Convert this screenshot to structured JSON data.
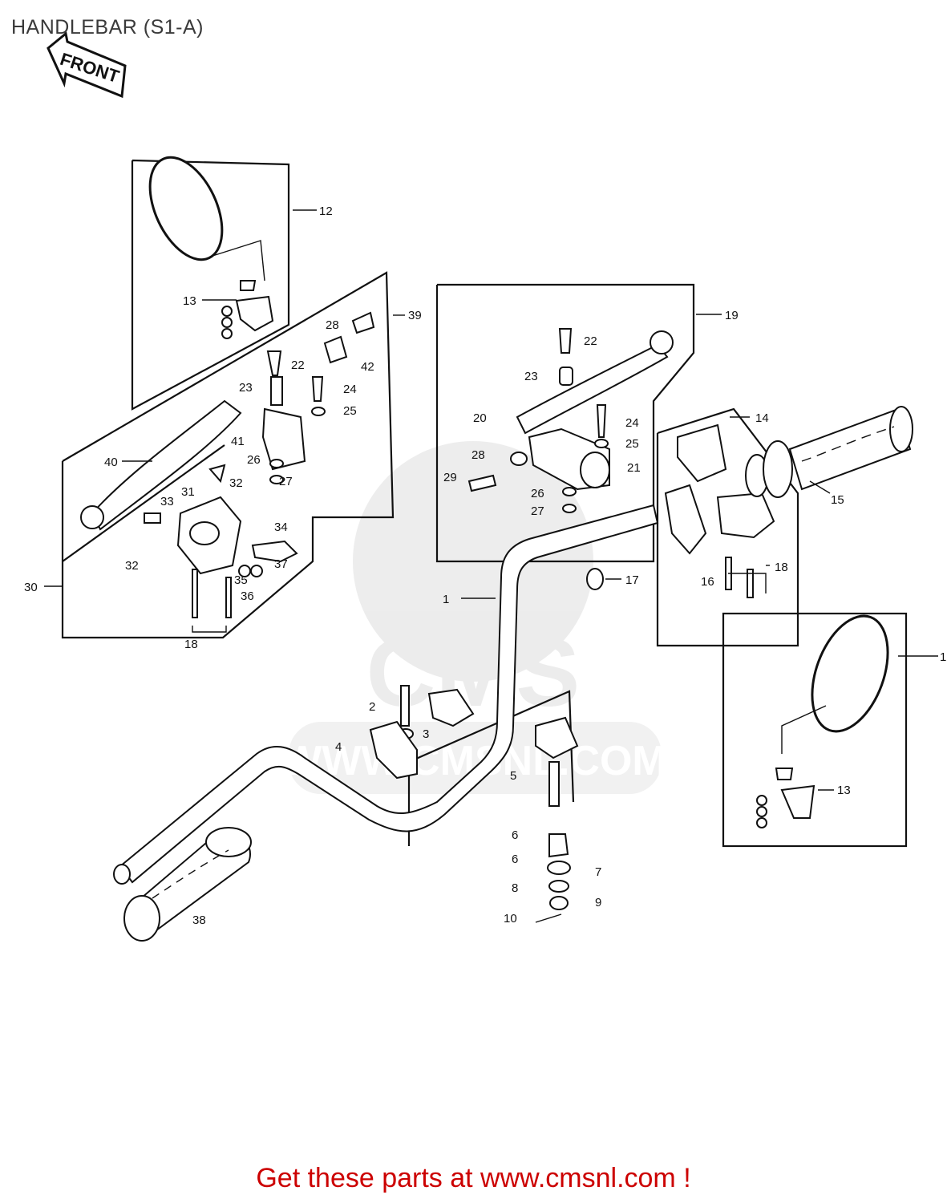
{
  "header": {
    "title": "HANDLEBAR (S1-A)"
  },
  "front_arrow": {
    "label": "FRONT"
  },
  "watermark": {
    "logo_text": "CMS",
    "site_text": "WWW.CMSNL.COM"
  },
  "callouts": {
    "c1": "1",
    "c2": "2",
    "c3": "3",
    "c4": "4",
    "c5": "5",
    "c6a": "6",
    "c6b": "6",
    "c7": "7",
    "c8": "8",
    "c9": "9",
    "c10": "10",
    "c11": "1",
    "c12": "12",
    "c13a": "13",
    "c13b": "13",
    "c14": "14",
    "c15": "15",
    "c16": "16",
    "c17": "17",
    "c18a": "18",
    "c18b": "18",
    "c19": "19",
    "c20": "20",
    "c21": "21",
    "c22a": "22",
    "c22b": "22",
    "c23a": "23",
    "c23b": "23",
    "c24a": "24",
    "c24b": "24",
    "c25a": "25",
    "c25b": "25",
    "c26a": "26",
    "c26b": "26",
    "c27a": "27",
    "c27b": "27",
    "c28a": "28",
    "c28b": "28",
    "c29": "29",
    "c30": "30",
    "c31": "31",
    "c32a": "32",
    "c32b": "32",
    "c33": "33",
    "c34": "34",
    "c35": "35",
    "c36": "36",
    "c37": "37",
    "c38": "38",
    "c39": "39",
    "c40": "40",
    "c41": "41",
    "c42": "42"
  },
  "footer": {
    "text": "Get these parts at www.cmsnl.com !"
  }
}
